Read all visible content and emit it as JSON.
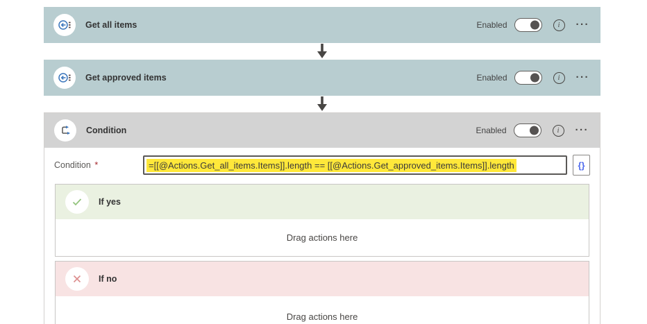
{
  "labels": {
    "enabled": "Enabled",
    "drag_actions": "Drag actions here",
    "more": "···",
    "info": "i",
    "expression_button": "{}"
  },
  "actions": [
    {
      "title": "Get all items",
      "icon": "get-items-icon",
      "toggle_on": true
    },
    {
      "title": "Get approved items",
      "icon": "get-items-icon",
      "toggle_on": true
    }
  ],
  "condition": {
    "title": "Condition",
    "icon": "condition-branch-icon",
    "toggle_on": true,
    "field_label": "Condition",
    "required_marker": "*",
    "expression": "=[[@Actions.Get_all_items.Items]].length == [[@Actions.Get_approved_items.Items]].length",
    "expression_highlighted": true,
    "branches": [
      {
        "label": "If yes",
        "icon": "check-icon",
        "placeholder": "Drag actions here"
      },
      {
        "label": "If no",
        "icon": "cross-icon",
        "placeholder": "Drag actions here"
      }
    ]
  },
  "colors": {
    "action_header": "#b8cdd0",
    "condition_header": "#d3d3d3",
    "branch_yes_header": "#eaf1e1",
    "branch_no_header": "#f8e3e3",
    "highlight_yellow": "#ffe83a",
    "icon_blue": "#3b76bc",
    "brace_blue": "#4f6bed",
    "check_green": "#93c47d",
    "cross_red": "#dd8f8f",
    "arrow_gray": "#484644"
  }
}
